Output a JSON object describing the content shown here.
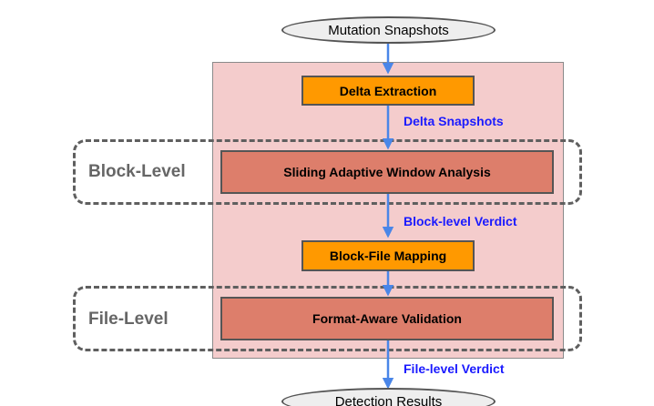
{
  "nodes": {
    "source": "Mutation Snapshots",
    "delta_extraction": "Delta Extraction",
    "sliding_window": "Sliding Adaptive Window Analysis",
    "block_file_mapping": "Block-File Mapping",
    "format_validation": "Format-Aware Validation",
    "sink": "Detection Results"
  },
  "regions": {
    "block_level": "Block-Level",
    "file_level": "File-Level"
  },
  "edge_labels": {
    "delta_snapshots": "Delta Snapshots",
    "block_verdict": "Block-level Verdict",
    "file_verdict": "File-level Verdict"
  },
  "colors": {
    "pipeline_background": "#f4cccc",
    "step_orange": "#ff9900",
    "step_red": "#dd7e6b",
    "arrow": "#4a86e8",
    "edge_label": "#1a1aff",
    "terminal_fill": "#eeeeee"
  }
}
